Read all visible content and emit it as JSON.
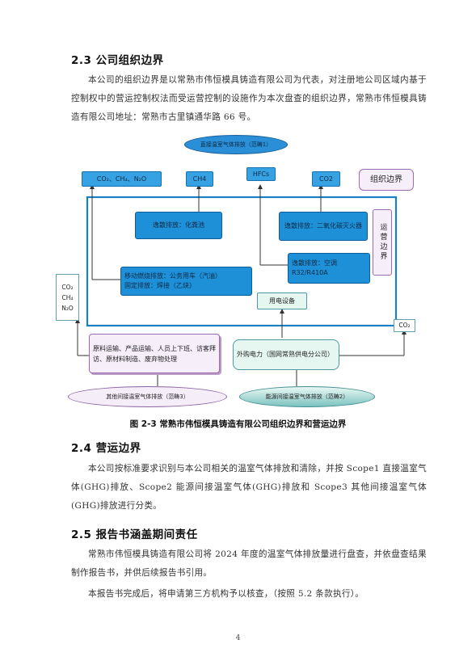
{
  "section_2_3": {
    "heading": "2.3 公司组织边界",
    "body": "本公司的组织边界是以常熟市伟恒模具铸造有限公司为代表，对注册地公司区域内基于控制权中的营运控制权法而受运营控制的设施作为本次盘查的组织边界，常熟市伟恒模具铸造有限公司地址：常熟市古里镇通华路 66 号。"
  },
  "diagram": {
    "direct_scope_oval": "直接温室气体排放（范畴1）",
    "top_gases": {
      "co2_ch4_n2o": "CO₂、CH₄、N₂O",
      "ch4": "CH4",
      "hfcs": "HFCs",
      "co2": "CO2"
    },
    "org_boundary_label": "组织边界",
    "ops_boundary_label": "运营边界",
    "fugitive_septic": "逸散排放：化粪池",
    "fugitive_co2_extinguisher": "逸散排放：二氧化碳灭火器",
    "mobile_fixed": "移动燃烧排放：公务用车（汽油）\n固定排放：焊接（乙炔）",
    "fugitive_ac": "逸散排放：空调\nR32/R410A",
    "electric_equipment": "用电设备",
    "left_gases": "CO₂\nCH₄\nN₂O",
    "right_gas": "CO₂",
    "scope3_sources": "原料运输、产品运输、人员上下班、访客拜访、原材料制造、废弃物处理",
    "purchased_power": "外购电力（国网常熟供电分公司）",
    "indirect_scope3_oval": "其他间接温室气体排放（范畴3）",
    "energy_scope2_oval": "能源间接温室气体排放（范畴2）"
  },
  "figure_caption": "图 2-3 常熟市伟恒模具铸造有限公司组织边界和营运边界",
  "section_2_4": {
    "heading": "2.4 营运边界",
    "body": "本公司按标准要求识别与本公司相关的温室气体排放和清除，并按 Scope1 直接温室气体(GHG)排放、Scope2 能源间接温室气体(GHG)排放和 Scope3 其他间接温室气体(GHG)排放进行分类。"
  },
  "section_2_5": {
    "heading": "2.5 报告书涵盖期间责任",
    "body1": "常熟市伟恒模具铸造有限公司将 2024 年度的温室气体排放量进行盘查，并依盘查结果制作报告书，并供后续报告书引用。",
    "body2": "本报告书完成后，将申请第三方机构予以核查，（按照 5.2 条款执行）。"
  },
  "page_number": "4"
}
